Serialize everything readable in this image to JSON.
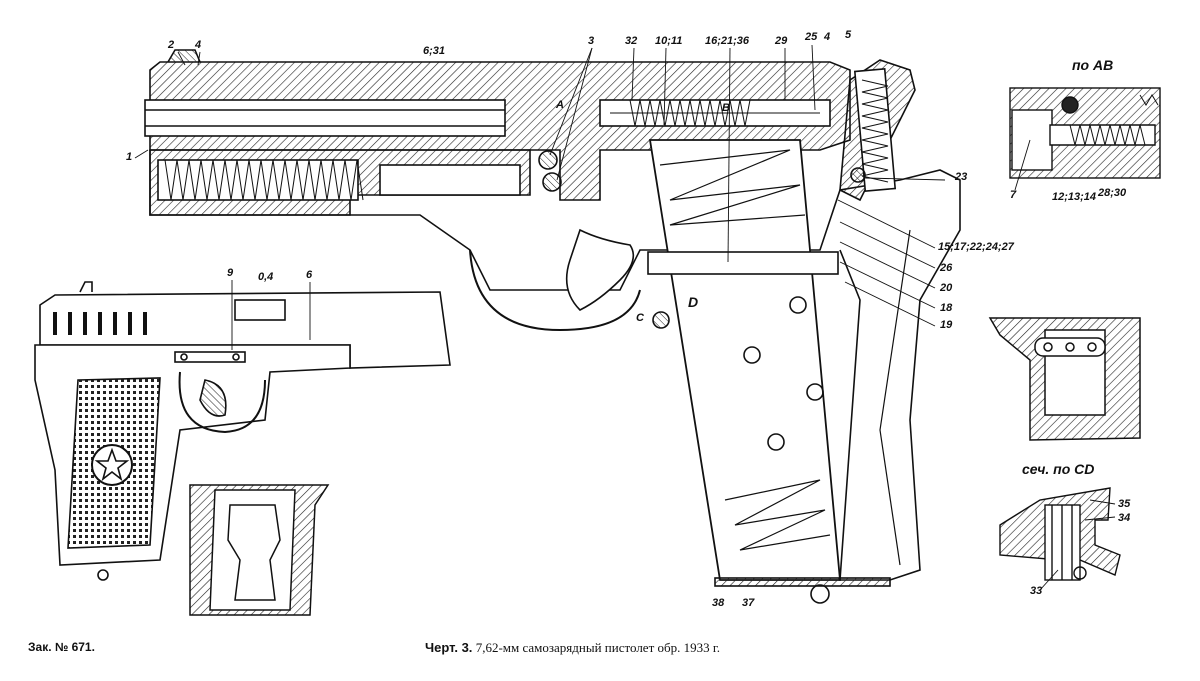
{
  "parts": {
    "p2": "2",
    "p4": "4",
    "p6_31": "6;31",
    "p3": "3",
    "p32": "32",
    "p10_11": "10;11",
    "p16_21_36": "16;21;36",
    "p29": "29",
    "p25": "25",
    "p4b": "4",
    "p5": "5",
    "p1": "1",
    "pA": "A",
    "pB": "B",
    "p23": "23",
    "p15_27": "15;17;22;24;27",
    "p26": "26",
    "p20": "20",
    "p18": "18",
    "p19": "19",
    "pD": "D",
    "pC": "C",
    "p38": "38",
    "p37": "37",
    "p9": "9",
    "p0_4": "0,4",
    "p6": "6",
    "p7": "7",
    "p12_14": "12;13;14",
    "p28_30": "28;30",
    "p35": "35",
    "p34": "34",
    "p33": "33"
  },
  "sections": {
    "ab": "по АВ",
    "cd": "сеч. по CD"
  },
  "footer": {
    "order": "Зак. № 671.",
    "caption_prefix": "Черт. 3.",
    "caption_text": "7,62-мм самозарядный пистолет обр. 1933 г."
  }
}
